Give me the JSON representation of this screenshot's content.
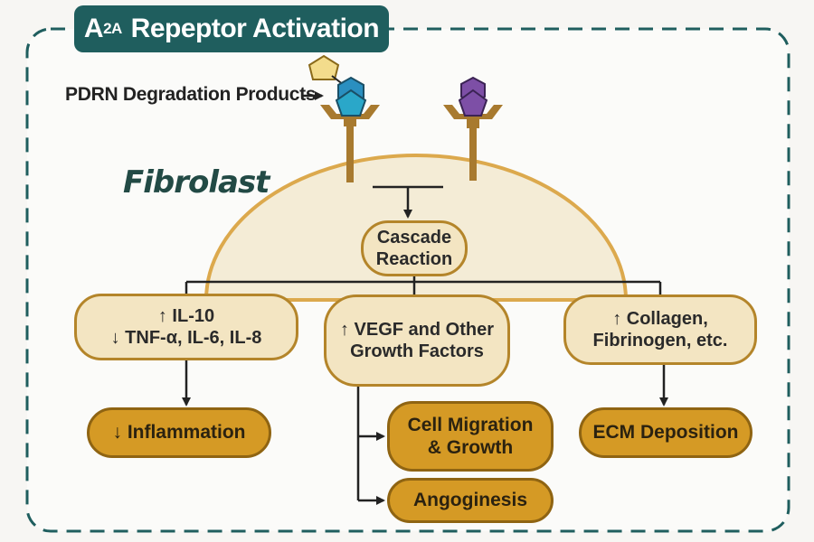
{
  "header": {
    "title_prefix": "A",
    "title_sub": "2A",
    "title_rest": " Repeptor Activation"
  },
  "ligand_label": "PDRN Degradation Products",
  "cell_label": "Fibrolast",
  "cascade": {
    "line1": "Cascade",
    "line2": "Reaction"
  },
  "pathways": {
    "cytokines": {
      "line1": "↑ IL-10",
      "line2": "↓ TNF-α, IL-6, IL-8"
    },
    "growth": {
      "line1": "↑ VEGF and Other",
      "line2": "Growth Factors"
    },
    "matrix": {
      "line1": "↑ Collagen,",
      "line2": "Fibrinogen, etc."
    }
  },
  "outcomes": {
    "inflammation": "↓ Inflammation",
    "migration": {
      "line1": "Cell Migration",
      "line2": "& Growth"
    },
    "angiogenesis": "Angoginesis",
    "ecm": "ECM Deposition"
  },
  "colors": {
    "frame": "#1f5e5e",
    "cell_fill": "#f4ecd6",
    "cell_stroke": "#dca94d",
    "node_light": "#f3e5c2",
    "node_dark": "#d59a25",
    "ligand_yellow": "#f3dc8c",
    "receptor_blue": "#2aa7c9",
    "receptor_purple": "#7d4fa6",
    "receptor_stem": "#a87a2f"
  },
  "icons": [
    "pentagon-ligand-icon",
    "hexagon-ligand-icon",
    "receptor-cup-icon",
    "arrow-right-icon"
  ]
}
